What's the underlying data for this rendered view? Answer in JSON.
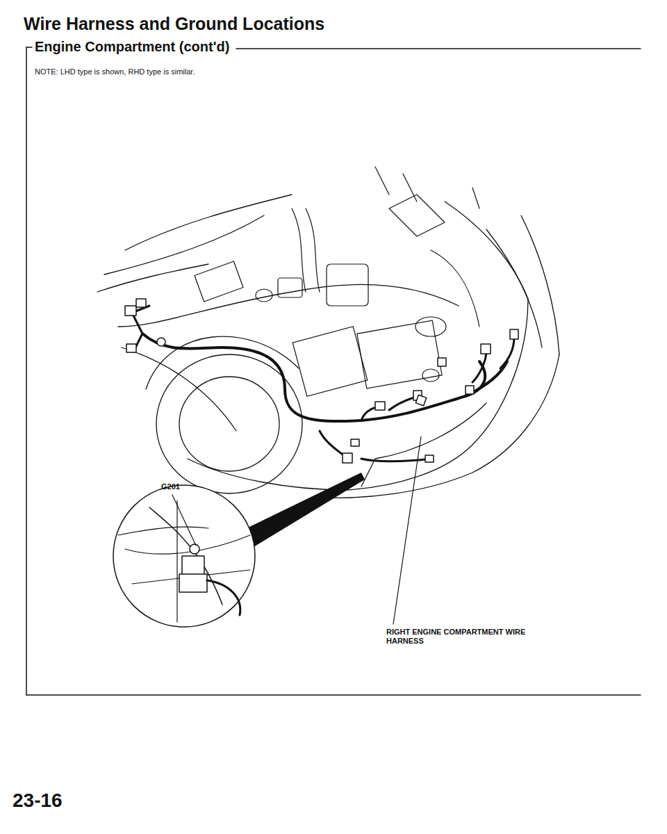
{
  "diagram": {
    "title": "Wire Harness and Ground Locations",
    "labels": [
      "Engine Compartment (cont'd)",
      "NOTE: LHD type is shown, RHD type is similar.",
      "G201",
      "RIGHT ENGINE COMPARTMENT WIRE HARNESS",
      "23-16"
    ]
  }
}
